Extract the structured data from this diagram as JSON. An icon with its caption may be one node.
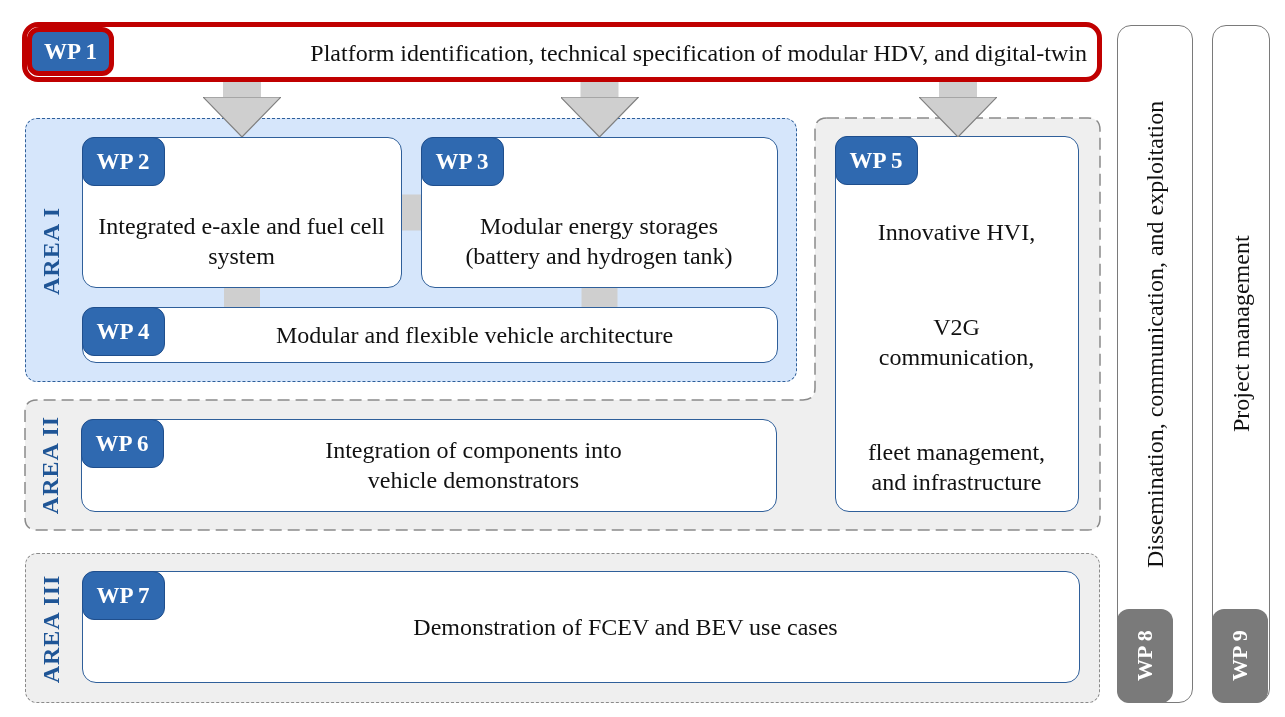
{
  "diagram": {
    "nodes": [
      {
        "text": [
          "WP 1",
          "Platform identification, technical specification of modular HDV, and digital-twin"
        ]
      },
      {
        "text": [
          "AREA I"
        ]
      },
      {
        "text": [
          "WP 2",
          "Integrated e-axle and fuel cell system"
        ],
        "in": 1
      },
      {
        "text": [
          "WP 3",
          "Modular energy storages (battery and hydrogen tank)"
        ],
        "in": 1
      },
      {
        "text": [
          "WP 4",
          "Modular and flexible vehicle architecture"
        ],
        "in": 1
      },
      {
        "text": [
          "AREA II"
        ]
      },
      {
        "text": [
          "WP 5",
          "Innovative HVI,",
          "V2G communication,",
          "fleet management, and infrastructure"
        ],
        "in": 5
      },
      {
        "text": [
          "WP 6",
          "Integration of components into vehicle demonstrators"
        ],
        "in": 5
      },
      {
        "text": [
          "AREA III"
        ]
      },
      {
        "text": [
          "WP 7",
          "Demonstration of FCEV and BEV use cases"
        ],
        "in": 8
      },
      {
        "text": [
          "Dissemination, communication, and exploitation",
          "WP 8"
        ]
      },
      {
        "text": [
          "Project management",
          "WP 9"
        ]
      }
    ],
    "edges": [
      {
        "from": 0,
        "to": 2,
        "arrow": "to"
      },
      {
        "from": 0,
        "to": 3,
        "arrow": "to"
      },
      {
        "from": 0,
        "to": 6,
        "arrow": "to"
      },
      {
        "from": 2,
        "to": 3,
        "arrow": "none"
      },
      {
        "from": 2,
        "to": 4,
        "arrow": "none"
      },
      {
        "from": 3,
        "to": 4,
        "arrow": "none"
      }
    ]
  }
}
